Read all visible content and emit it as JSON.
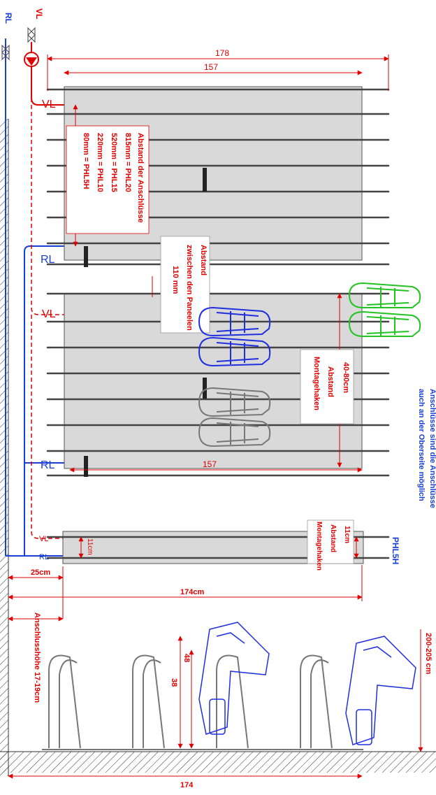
{
  "colors": {
    "dimension": "#e00000",
    "pipe_rl": "#1a3fd6",
    "pipe_vl": "#e00000",
    "panel_fill": "#d9d9d9",
    "bar": "#555555",
    "shoe_blue": "#1f2fe0",
    "shoe_green": "#22c322",
    "shoe_gray": "#777777",
    "hatch": "#333333"
  },
  "icons": {
    "pump": "pump-icon",
    "valve": "valve-icon",
    "ski_boot": "ski-boot-icon"
  },
  "labels": {
    "vl_top": "VL",
    "rl_top": "RL",
    "vl_panel1": "VL",
    "rl_panel1": "RL",
    "vl_panel2": "VL",
    "rl_panel2": "RL",
    "vl_phl": "VL",
    "rl_phl": "RL",
    "phl5h": "PHL5H",
    "dim_178": "178",
    "dim_157_top": "157",
    "dim_157_mid": "157",
    "dim_174cm": "174cm",
    "dim_25cm": "25cm",
    "dim_11cm_left": "11cm",
    "dim_11cm_right_1": "11cm",
    "dim_11cm_right_2": "Abstand",
    "dim_11cm_right_3": "Montagehaken",
    "dim_174_bottom": "174",
    "dim_48": "48",
    "dim_38": "38",
    "dim_200_205": "200-205 cm",
    "anschlusshoehe": "Anschlusshöhe 17-19cm",
    "montagehaken_1": "40-80cm",
    "montagehaken_2": "Abstand",
    "montagehaken_3": "Montagehaken",
    "panel_gap_1": "Abstand",
    "panel_gap_2": "zwischen den Paneelen",
    "panel_gap_3": "110 mm",
    "anschluss_title": "Abstand der Anschlüsse",
    "anschluss_rows": [
      "815mm = PHL20",
      "520mm = PHL15",
      "220mm = PHL10",
      "80mm = PHL5H"
    ],
    "note_line1": "Anschlüsse sind die Anschlüsse",
    "note_line2": "auch an der Oberseite möglich"
  }
}
